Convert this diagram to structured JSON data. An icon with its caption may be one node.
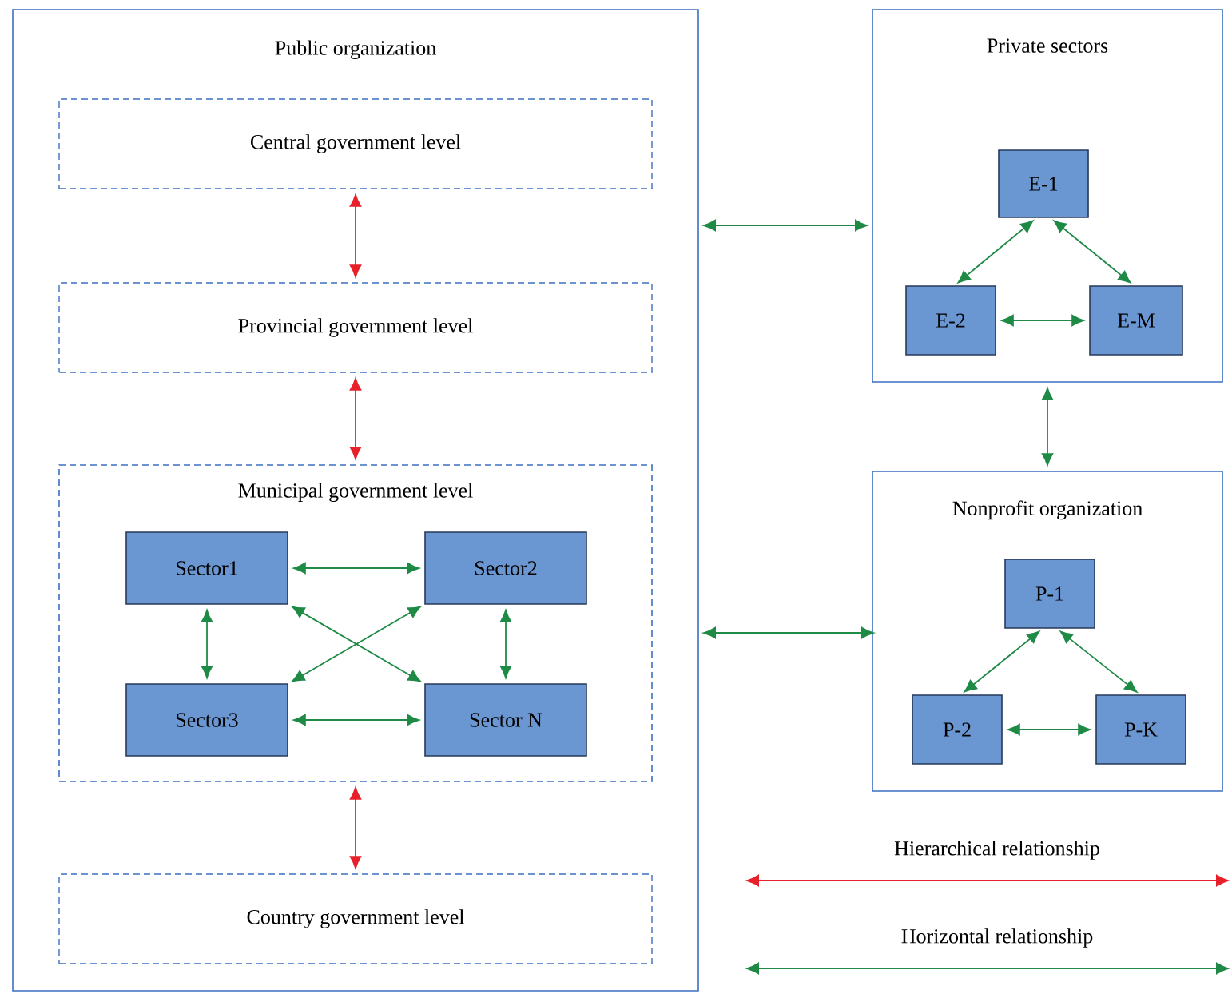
{
  "diagram": {
    "nodes": [
      {
        "text": [
          "Public organization"
        ]
      },
      {
        "text": [
          "Central government level"
        ],
        "in": 0
      },
      {
        "text": [
          "Provincial government level"
        ],
        "in": 0
      },
      {
        "text": [
          "Municipal government level"
        ],
        "in": 0
      },
      {
        "text": [
          "Sector1"
        ],
        "in": 3
      },
      {
        "text": [
          "Sector2"
        ],
        "in": 3
      },
      {
        "text": [
          "Sector3"
        ],
        "in": 3
      },
      {
        "text": [
          "Sector N"
        ],
        "in": 3
      },
      {
        "text": [
          "Country government level"
        ],
        "in": 0
      },
      {
        "text": [
          "Private sectors"
        ]
      },
      {
        "text": [
          "E-1"
        ],
        "in": 9
      },
      {
        "text": [
          "E-2"
        ],
        "in": 9
      },
      {
        "text": [
          "E-M"
        ],
        "in": 9
      },
      {
        "text": [
          "Nonprofit organization"
        ]
      },
      {
        "text": [
          "P-1"
        ],
        "in": 13
      },
      {
        "text": [
          "P-2"
        ],
        "in": 13
      },
      {
        "text": [
          "P-K"
        ],
        "in": 13
      }
    ],
    "edges": [
      {
        "from": 1,
        "to": 2,
        "arrow": "both",
        "color": "#e8202a"
      },
      {
        "from": 2,
        "to": 3,
        "arrow": "both",
        "color": "#e8202a"
      },
      {
        "from": 3,
        "to": 8,
        "arrow": "both",
        "color": "#e8202a"
      },
      {
        "from": 4,
        "to": 5,
        "arrow": "both"
      },
      {
        "from": 4,
        "to": 6,
        "arrow": "both"
      },
      {
        "from": 4,
        "to": 7,
        "arrow": "both"
      },
      {
        "from": 5,
        "to": 6,
        "arrow": "both"
      },
      {
        "from": 5,
        "to": 7,
        "arrow": "both"
      },
      {
        "from": 6,
        "to": 7,
        "arrow": "both"
      },
      {
        "from": 0,
        "to": 9,
        "arrow": "both"
      },
      {
        "from": 0,
        "to": 13,
        "arrow": "both"
      },
      {
        "from": 9,
        "to": 13,
        "arrow": "both"
      },
      {
        "from": 10,
        "to": 11,
        "arrow": "both"
      },
      {
        "from": 10,
        "to": 12,
        "arrow": "both"
      },
      {
        "from": 11,
        "to": 12,
        "arrow": "both"
      },
      {
        "from": 14,
        "to": 15,
        "arrow": "both"
      },
      {
        "from": 14,
        "to": 16,
        "arrow": "both"
      },
      {
        "from": 15,
        "to": 16,
        "arrow": "both"
      }
    ],
    "legend": [
      {
        "text": "Hierarchical relationship"
      },
      {
        "text": "Horizontal relationship"
      }
    ]
  }
}
